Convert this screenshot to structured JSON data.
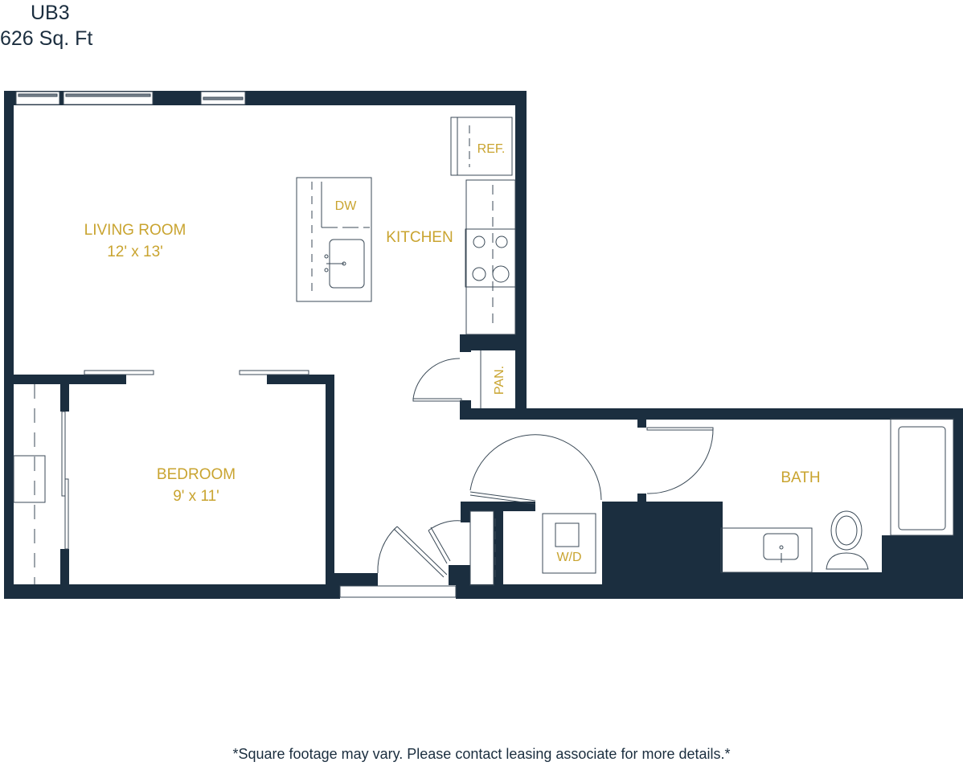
{
  "header": {
    "unit_name": "UB3",
    "square_footage": "626 Sq. Ft"
  },
  "rooms": {
    "living_room": {
      "name": "LIVING ROOM",
      "dimensions": "12' x 13'"
    },
    "bedroom": {
      "name": "BEDROOM",
      "dimensions": "9' x 11'"
    },
    "kitchen": {
      "name": "KITCHEN"
    },
    "bath": {
      "name": "BATH"
    }
  },
  "fixtures": {
    "refrigerator": "REF.",
    "dishwasher": "DW",
    "pantry": "PAN.",
    "washer_dryer": "W/D"
  },
  "colors": {
    "wall": "#1b2e3f",
    "label": "#c9a430",
    "line": "#3b4a57"
  },
  "footer": {
    "disclaimer": "*Square footage may vary. Please contact leasing associate for more details.*"
  }
}
